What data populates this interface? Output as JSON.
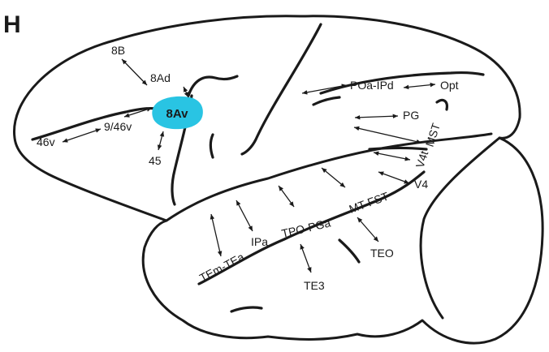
{
  "figure": {
    "panel_label": "H",
    "highlight_color": "#29c4e3",
    "highlight_label": "8Av",
    "labels": {
      "l8b": "8B",
      "l8ad": "8Ad",
      "l946v": "9/46v",
      "l46v": "46v",
      "l45": "45",
      "poa_ipd": "POa-IPd",
      "opt": "Opt",
      "pg": "PG",
      "mst": "MST",
      "v4t": "V4t",
      "v4": "V4",
      "mt_fst": "MT-FST",
      "tpo_pga": "TPO-PGa",
      "ipa": "IPa",
      "tem_tea": "TEm-TEa",
      "teo": "TEO",
      "te3": "TE3"
    }
  }
}
